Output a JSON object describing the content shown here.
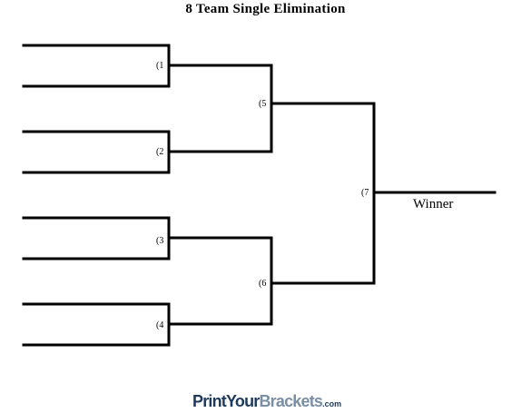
{
  "title": "8 Team Single Elimination",
  "games": [
    "(1",
    "(2",
    "(3",
    "(4",
    "(5",
    "(6",
    "(7"
  ],
  "winner_label": "Winner",
  "logo": {
    "part1": "Print",
    "part2": "Your",
    "part3": "Brackets",
    "suffix": ".com"
  }
}
